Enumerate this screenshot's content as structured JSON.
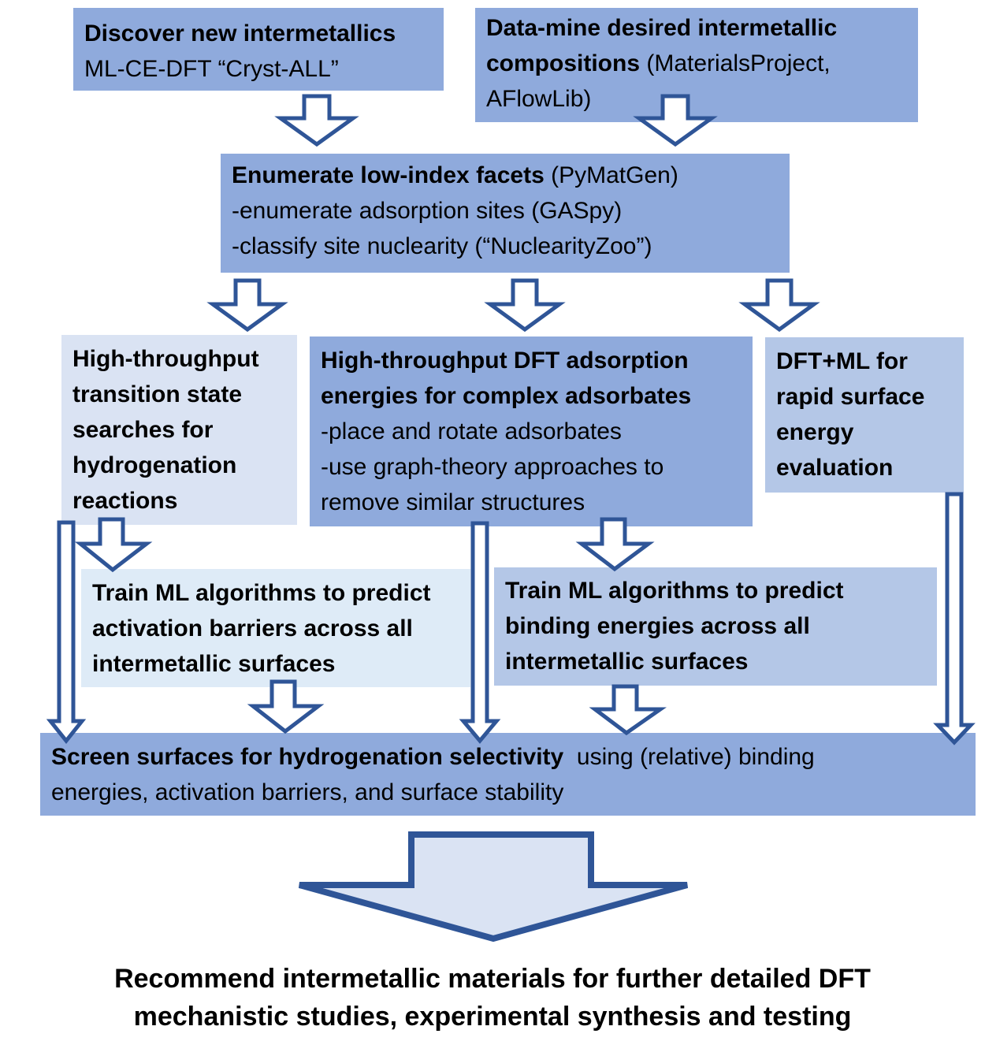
{
  "colors": {
    "box_mid": "#8FAADC",
    "box_light": "#B4C7E7",
    "box_pale": "#DAE3F3",
    "arrow_stroke": "#2F5597"
  },
  "boxes": {
    "discover": {
      "title": "Discover new intermetallics",
      "body": "ML-CE-DFT  “Cryst-ALL”"
    },
    "datamine": {
      "title_line1": "Data-mine desired intermetallic",
      "title_line2": "compositions",
      "body_line2": " (MaterialsProject,",
      "body_line3": "AFlowLib)"
    },
    "enumerate": {
      "title": "Enumerate low-index facets",
      "title_suffix": " (PyMatGen)",
      "items": [
        "-enumerate adsorption sites (GASpy)",
        "-classify site nuclearity (“NuclearityZoo”)"
      ]
    },
    "transition": {
      "lines": [
        "High-throughput",
        "transition state",
        "searches for",
        "hydrogenation",
        "reactions"
      ]
    },
    "dft_adsorption": {
      "title_lines": [
        "High-throughput DFT adsorption",
        "energies for complex adsorbates"
      ],
      "items": [
        "-place and rotate adsorbates",
        "-use graph-theory approaches to",
        "remove similar structures"
      ]
    },
    "surface_energy": {
      "lines": [
        "DFT+ML for",
        "rapid surface",
        "energy",
        "evaluation"
      ]
    },
    "train_activation": {
      "lines": [
        "Train ML algorithms to predict",
        "activation barriers across all",
        "intermetallic surfaces"
      ]
    },
    "train_binding": {
      "lines": [
        "Train ML algorithms to predict",
        "binding energies across all",
        "intermetallic surfaces"
      ]
    },
    "screen": {
      "title": "Screen surfaces for hydrogenation selectivity",
      "body_line1": "  using (relative) binding",
      "body_line2": "energies, activation barriers, and surface stability"
    }
  },
  "final": {
    "lines": [
      "Recommend intermetallic materials for further detailed DFT",
      "mechanistic studies, experimental synthesis and testing"
    ]
  }
}
